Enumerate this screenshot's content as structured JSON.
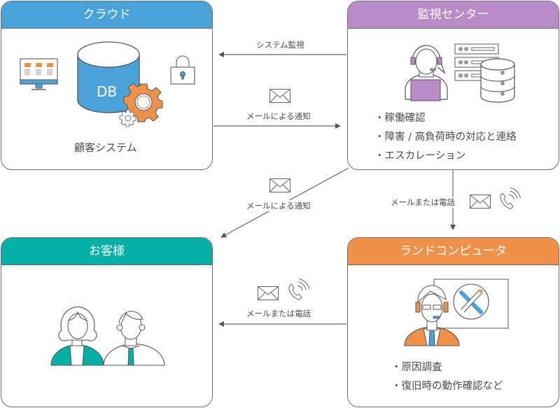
{
  "nodes": {
    "cloud": {
      "title": "クラウド",
      "db_label": "DB",
      "caption": "顧客システム",
      "header_color": "#4aa3d8"
    },
    "monitor": {
      "title": "監視センター",
      "bullets": [
        "・稼働確認",
        "・障害 / 高負荷時の対応と連絡",
        "・エスカレーション"
      ],
      "header_color": "#b98bc7"
    },
    "customer": {
      "title": "お客様",
      "header_color": "#05b1a6"
    },
    "land": {
      "title": "ランドコンピュータ",
      "bullets": [
        "・原因調査",
        "・復旧時の動作確認など"
      ],
      "header_color": "#f0914a"
    }
  },
  "edges": {
    "system_monitoring": {
      "label": "システム監視",
      "from": "監視センター",
      "to": "クラウド"
    },
    "mail_to_monitor": {
      "label": "メールによる通知",
      "from": "クラウド",
      "to": "監視センター",
      "icon": "mail-icon"
    },
    "mail_to_customer": {
      "label": "メールによる通知",
      "from": "監視センター",
      "to": "お客様",
      "icon": "mail-icon"
    },
    "mail_or_phone_to_land": {
      "label": "メールまたは電話",
      "from": "監視センター",
      "to": "ランドコンピュータ",
      "icons": [
        "mail-icon",
        "phone-icon"
      ]
    },
    "mail_or_phone_to_customer": {
      "label": "メールまたは電話",
      "from": "ランドコンピュータ",
      "to": "お客様",
      "icons": [
        "mail-icon",
        "phone-icon"
      ]
    }
  }
}
